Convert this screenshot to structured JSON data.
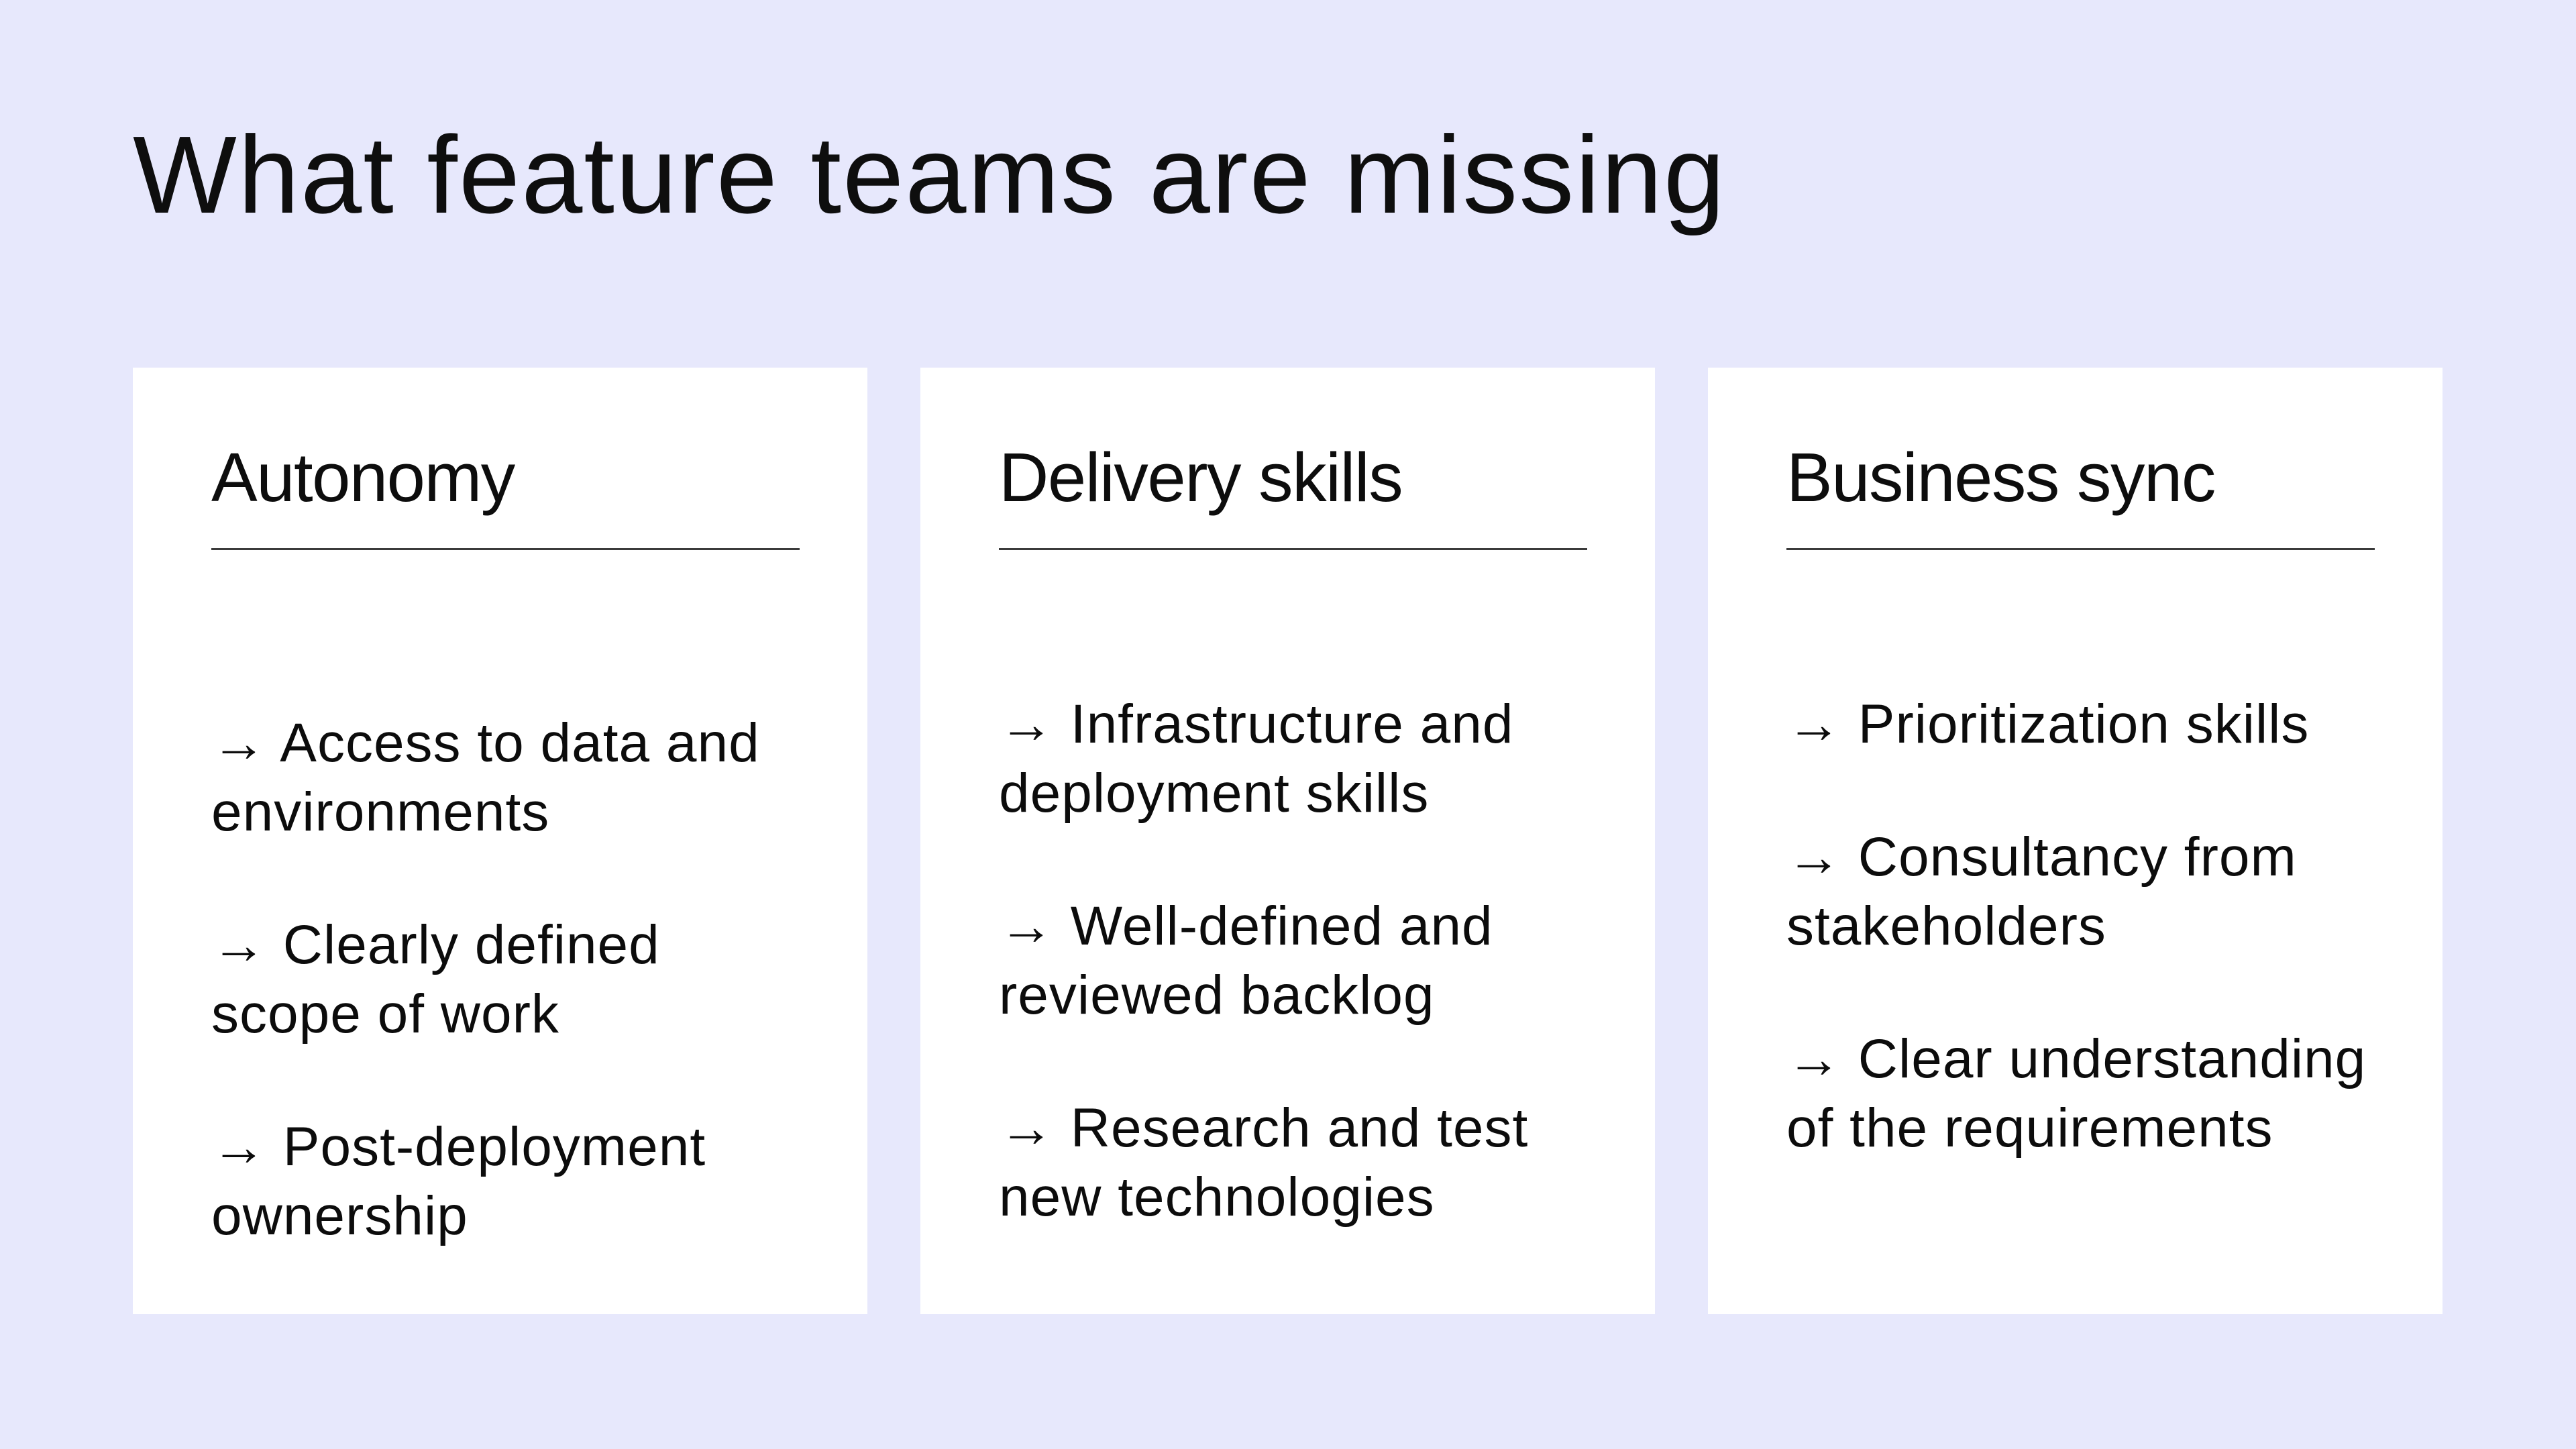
{
  "colors": {
    "background": "#e7e8fc",
    "card_background": "#ffffff",
    "text": "#0d0d0d",
    "divider": "#3b3b3b"
  },
  "title": "What feature teams are missing",
  "bullet_prefix": "→",
  "cards": [
    {
      "heading": "Autonomy",
      "items": [
        "→ Access to data and\nenvironments",
        "→ Clearly defined\nscope of work",
        "→ Post-deployment\nownership"
      ]
    },
    {
      "heading": "Delivery skills",
      "items": [
        "→ Infrastructure and\ndeployment skills",
        "→ Well-defined and\nreviewed backlog",
        "→ Research and test\nnew technologies"
      ]
    },
    {
      "heading": "Business sync",
      "items": [
        "→ Prioritization skills",
        "→ Consultancy from\nstakeholders",
        "→ Clear understanding\nof the requirements"
      ]
    }
  ]
}
